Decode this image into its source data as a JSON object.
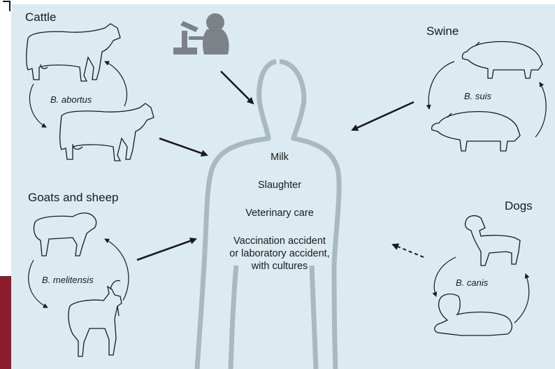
{
  "groups": {
    "cattle": {
      "title": "Cattle",
      "species": "B. abortus"
    },
    "swine": {
      "title": "Swine",
      "species": "B. suis"
    },
    "goats_sheep": {
      "title": "Goats and sheep",
      "species": "B. melitensis"
    },
    "dogs": {
      "title": "Dogs",
      "species": "B. canis"
    }
  },
  "transmission_routes": {
    "milk": "Milk",
    "slaughter": "Slaughter",
    "veterinary": "Veterinary care",
    "accident_line1": "Vaccination accident",
    "accident_line2": "or laboratory accident,",
    "accident_line3": "with cultures"
  },
  "colors": {
    "background": "#dcebf2",
    "human_outline": "#a9b9c2",
    "stripe": "#8a1c2b",
    "arrow": "#1a1a1a",
    "scientist": "#7c8288"
  }
}
